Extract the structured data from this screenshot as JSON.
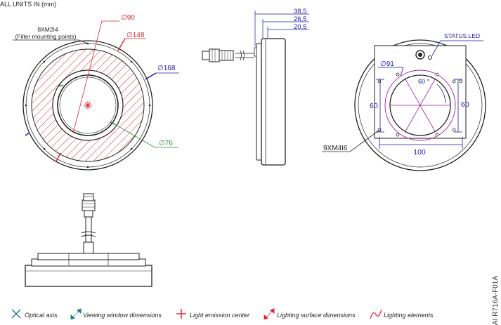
{
  "units_note": "ALL UNITS IN (mm)",
  "front_view": {
    "filter_holes": "8XM2I4",
    "filter_holes_sub": "(Filter mounting points)",
    "dia_90": "∅90",
    "dia_148": "∅148",
    "dia_168": "∅168",
    "dia_76": "∅76"
  },
  "side_view": {
    "dim_38_5": "38,5",
    "dim_26_5": "26,5",
    "dim_20_5": "20,5"
  },
  "rear_view": {
    "status_led": "STATUS LED",
    "dia_91": "∅91",
    "angle_60": "60 °",
    "dim_60_left": "60",
    "dim_60_right": "60",
    "dim_100": "100",
    "mount_holes": "9XM4I6"
  },
  "legend": [
    {
      "label": "Optical axis",
      "icon": "x-cross-icon",
      "color": "#1a7a86"
    },
    {
      "label": "Viewing window dimensions",
      "icon": "double-arrow-icon",
      "color": "#1a7a86"
    },
    {
      "label": "Light emission center",
      "icon": "plus-cross-icon",
      "color": "#e0202a"
    },
    {
      "label": "Lighting surface dimensions",
      "icon": "double-arrow-icon",
      "color": "#e0202a"
    },
    {
      "label": "Lighting elements",
      "icon": "wave-icon",
      "color": "#e0202a"
    }
  ],
  "reference_code": "AI R716A-F01A",
  "colors": {
    "red": "#e0202a",
    "blue": "#1a1aa8",
    "green": "#2b8a3e",
    "magenta": "#a020a0",
    "teal": "#1a7a86"
  }
}
